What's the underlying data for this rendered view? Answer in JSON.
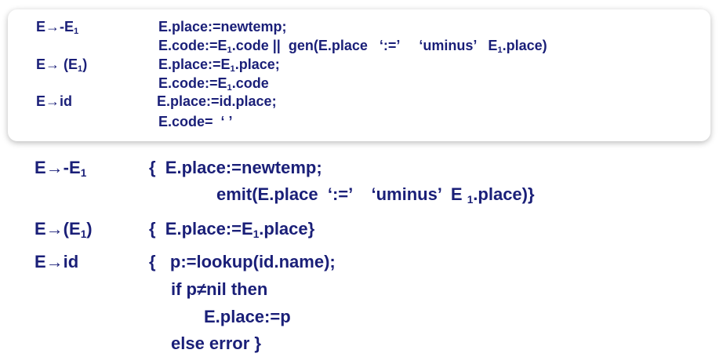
{
  "upper": {
    "rules": [
      {
        "head": "E→-E",
        "head_sub": "1",
        "lines": [
          {
            "a": "E.place:=newtemp;",
            "sub": "",
            "b": ""
          },
          {
            "a": "E.code:=E",
            "sub": "1",
            "b": ".code ||  gen(E.place   ‘:=’     ‘uminus’   E",
            "sub2": "1",
            "c": ".place)"
          }
        ]
      },
      {
        "head": "E→ (E",
        "head_sub": "1",
        "head_tail": ")",
        "lines": [
          {
            "a": "E.place:=E",
            "sub": "1",
            "b": ".place;"
          },
          {
            "a": "E.code:=E",
            "sub": "1",
            "b": ".code"
          }
        ]
      },
      {
        "head": "E→id",
        "head_sub": "",
        "lines": [
          {
            "a": "E.place:=id.place;"
          },
          {
            "a": "E.code=  ‘ ’"
          }
        ]
      }
    ]
  },
  "lower": {
    "r1_head": "E→-E",
    "r1_head_sub": "1",
    "r1_l1": "{  E.place:=newtemp;",
    "r1_l2a": "emit(E.place  ‘:=’    ‘uminus’  E ",
    "r1_l2_sub": "1",
    "r1_l2b": ".place)}",
    "r2_head": "E→(E",
    "r2_head_sub": "1",
    "r2_head_tail": ")",
    "r2_l1a": "{  E.place:=E",
    "r2_l1_sub": "1",
    "r2_l1b": ".place}",
    "r3_head": "E→id",
    "r3_l1": "{   p:=lookup(id.name);",
    "r3_l2": "if p≠nil then",
    "r3_l3": "E.place:=p",
    "r3_l4": "else error }"
  }
}
